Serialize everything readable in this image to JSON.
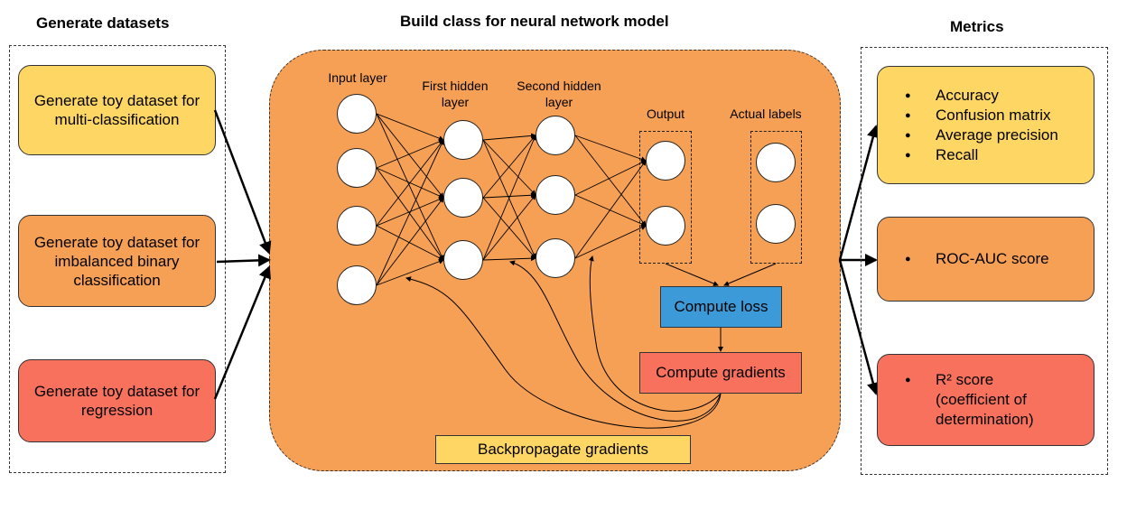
{
  "headings": {
    "datasets": "Generate datasets",
    "model": "Build class for neural network model",
    "metrics": "Metrics"
  },
  "datasets": [
    {
      "label": "Generate toy dataset for multi-classification",
      "color": "#fdd663"
    },
    {
      "label": "Generate toy dataset for imbalanced binary classification",
      "color": "#f6a055"
    },
    {
      "label": "Generate toy dataset for regression",
      "color": "#f8715d"
    }
  ],
  "network": {
    "input_layer": "Input layer",
    "first_hidden": "First hidden layer",
    "second_hidden": "Second hidden layer",
    "output": "Output",
    "actual_labels": "Actual labels",
    "compute_loss": "Compute loss",
    "compute_gradients": "Compute gradients",
    "backpropagate": "Backpropagate gradients"
  },
  "metrics": {
    "group1": [
      "Accuracy",
      "Confusion matrix",
      "Average precision",
      "Recall"
    ],
    "group2": "ROC-AUC score",
    "group3": "R² score (coefficient of determination)"
  },
  "colors": {
    "yellow": "#fdd663",
    "orange": "#f6a055",
    "red": "#f8715d",
    "blue": "#3d9ad8"
  }
}
